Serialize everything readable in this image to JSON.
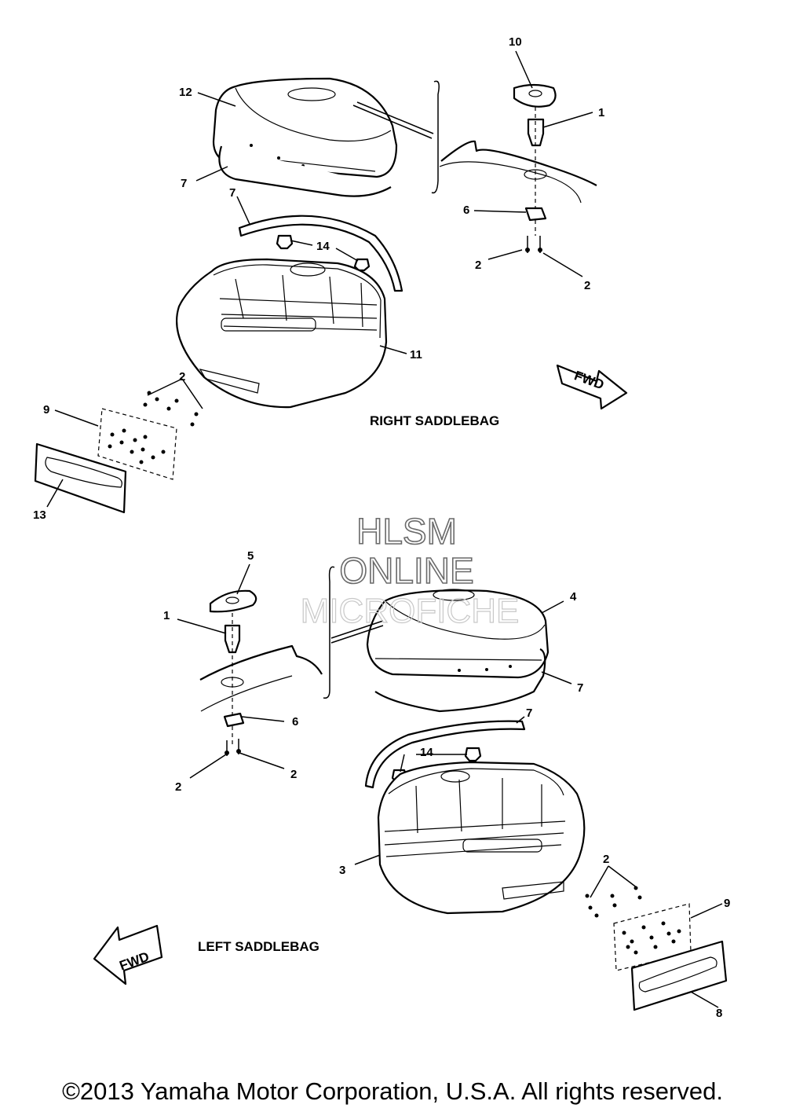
{
  "diagram": {
    "section_labels": {
      "right": "RIGHT SADDLEBAG",
      "left": "LEFT SADDLEBAG"
    },
    "direction_label": "FWD",
    "callouts": [
      "1",
      "2",
      "3",
      "4",
      "5",
      "6",
      "7",
      "8",
      "9",
      "10",
      "11",
      "12",
      "13",
      "14"
    ],
    "watermark": [
      "HLSM",
      "ONLINE",
      "MICROFICHE"
    ],
    "copyright": "©2013 Yamaha Motor Corporation, U.S.A. All rights reserved."
  }
}
